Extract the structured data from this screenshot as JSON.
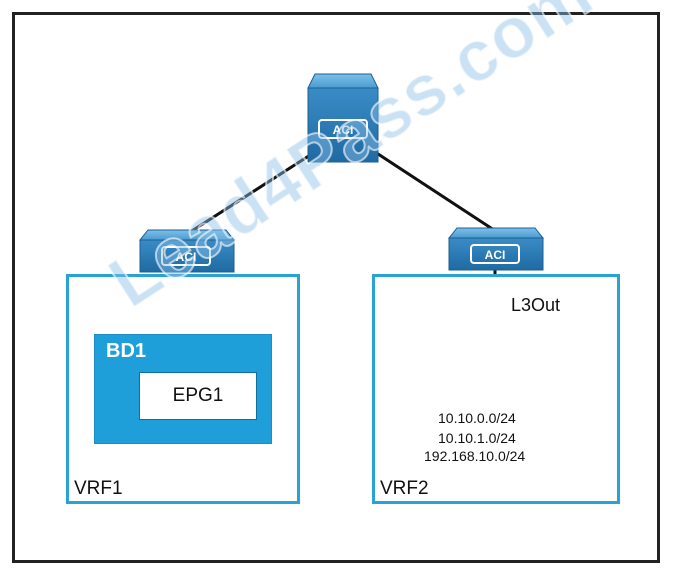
{
  "diagram": {
    "vrf_left_label": "VRF1",
    "vrf_right_label": "VRF2",
    "bd_label": "BD1",
    "epg_label": "EPG1",
    "l3out_label": "L3Out",
    "subnets": [
      "10.10.0.0/24",
      "10.10.1.0/24",
      "192.168.10.0/24"
    ],
    "switch_badge": "ACI",
    "watermark": "Lead4Pass.com"
  },
  "colors": {
    "vrf_border": "#29a3d6",
    "bd_fill": "#1e9fd9",
    "switch_blue": "#2a7fb8",
    "router_blue": "#2f7fb5"
  },
  "icons": [
    "aci-spine-switch-icon",
    "aci-leaf-switch-icon",
    "router-icon",
    "cloud-icon"
  ]
}
